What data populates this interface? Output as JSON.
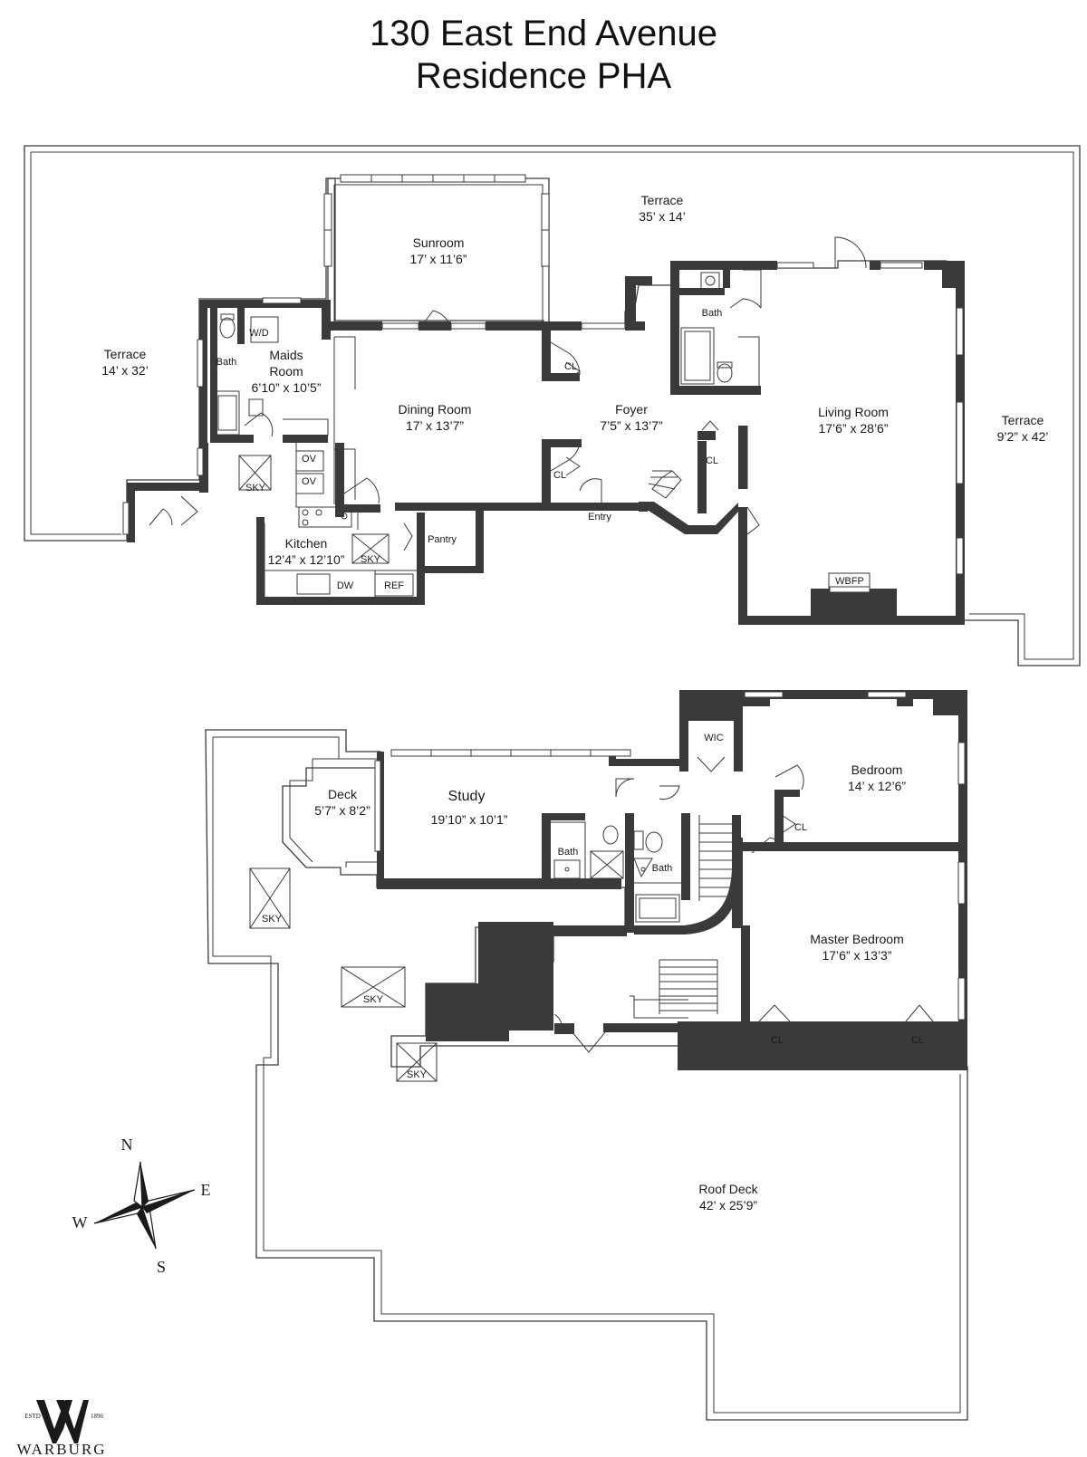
{
  "title": {
    "line1": "130 East End Avenue",
    "line2": "Residence PHA"
  },
  "upper_floor": {
    "terrace_north": {
      "name": "Terrace",
      "size": "35’ x 14’"
    },
    "terrace_west": {
      "name": "Terrace",
      "size": "14’ x 32’"
    },
    "terrace_east": {
      "name": "Terrace",
      "size": "9’2” x 42’"
    },
    "sunroom": {
      "name": "Sunroom",
      "size": "17’ x 11’6”"
    },
    "maids_room": {
      "name_line1": "Maids",
      "name_line2": "Room",
      "size": "6’10” x 10’5”"
    },
    "dining_room": {
      "name": "Dining Room",
      "size": "17’ x 13’7”"
    },
    "foyer": {
      "name": "Foyer",
      "size": "7’5” x 13’7”"
    },
    "living_room": {
      "name": "Living Room",
      "size": "17’6” x 28’6”"
    },
    "kitchen": {
      "name": "Kitchen",
      "size": "12’4” x 12’10”"
    },
    "labels": {
      "bath_maids": "Bath",
      "bath_main": "Bath",
      "wd": "W/D",
      "ov1": "OV",
      "ov2": "OV",
      "sky_maids": "SKY",
      "sky_kitchen": "SKY",
      "cl_foyer_top": "CL",
      "cl_foyer_bottom": "CL",
      "cl_living": "CL",
      "entry": "Entry",
      "pantry": "Pantry",
      "dw": "DW",
      "ref": "REF",
      "wbfp": "WBFP"
    }
  },
  "lower_floor": {
    "deck": {
      "name": "Deck",
      "size": "5’7” x 8’2”"
    },
    "study": {
      "name": "Study",
      "size": "19’10” x 10’1”"
    },
    "bedroom": {
      "name": "Bedroom",
      "size": "14’ x 12’6”"
    },
    "master_bedroom": {
      "name": "Master Bedroom",
      "size": "17’6” x 13’3”"
    },
    "roof_deck": {
      "name": "Roof Deck",
      "size": "42’ x 25’9”"
    },
    "labels": {
      "wic": "WIC",
      "cl_bedroom": "CL",
      "cl_master_left": "CL",
      "cl_master_right": "CL",
      "bath_study": "Bath",
      "bath_hall": "Bath",
      "sky_1": "SKY",
      "sky_2": "SKY",
      "sky_3": "SKY"
    }
  },
  "compass": {
    "n": "N",
    "s": "S",
    "e": "E",
    "w": "W"
  },
  "logo": {
    "monogram": "W",
    "estd": "ESTD",
    "year": "1896",
    "name": "WARBURG"
  }
}
